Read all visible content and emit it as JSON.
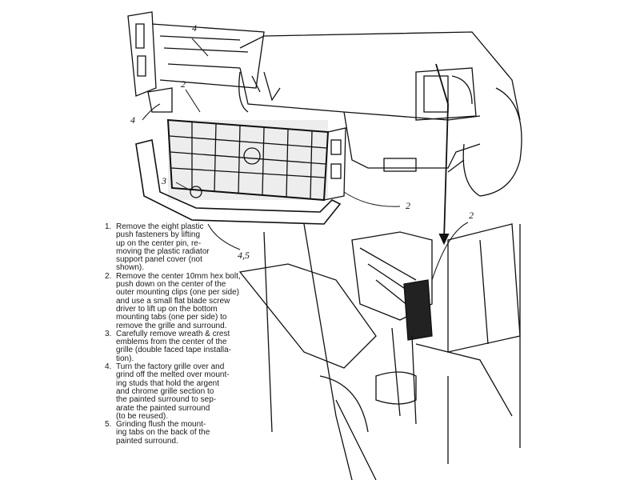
{
  "callouts": {
    "top_4": "4",
    "mid_2": "2",
    "left_4": "4",
    "emblem_3": "3",
    "bumper_2": "2",
    "bottom_45": "4,5",
    "engine_2": "2"
  },
  "steps": [
    {
      "num": "1.",
      "lines": [
        "Remove the eight plastic",
        "push fasteners by lifting",
        "up on the center pin, re-",
        "moving the plastic radiator",
        "support panel cover (not",
        "shown)."
      ]
    },
    {
      "num": "2.",
      "lines": [
        "Remove the center 10mm hex bolt,",
        "push down on the center of the",
        "outer mounting clips (one per side)",
        "and use a small flat blade screw",
        "driver to lift up on the bottom",
        "mounting tabs (one per side) to",
        "remove the grille and surround."
      ]
    },
    {
      "num": "3.",
      "lines": [
        "Carefully remove wreath & crest",
        "emblems from the center of the",
        "grille (double faced tape installa-",
        "tion)."
      ]
    },
    {
      "num": "4.",
      "lines": [
        "Turn the factory grille over and",
        "grind off the melted over mount-",
        "ing studs that hold the argent",
        "and chrome grille section to",
        "the painted surround to sep-",
        "arate the painted surround",
        "(to be reused)."
      ]
    },
    {
      "num": "5.",
      "lines": [
        "Grinding flush the mount-",
        "ing tabs on the back of the",
        "painted surround."
      ]
    }
  ]
}
